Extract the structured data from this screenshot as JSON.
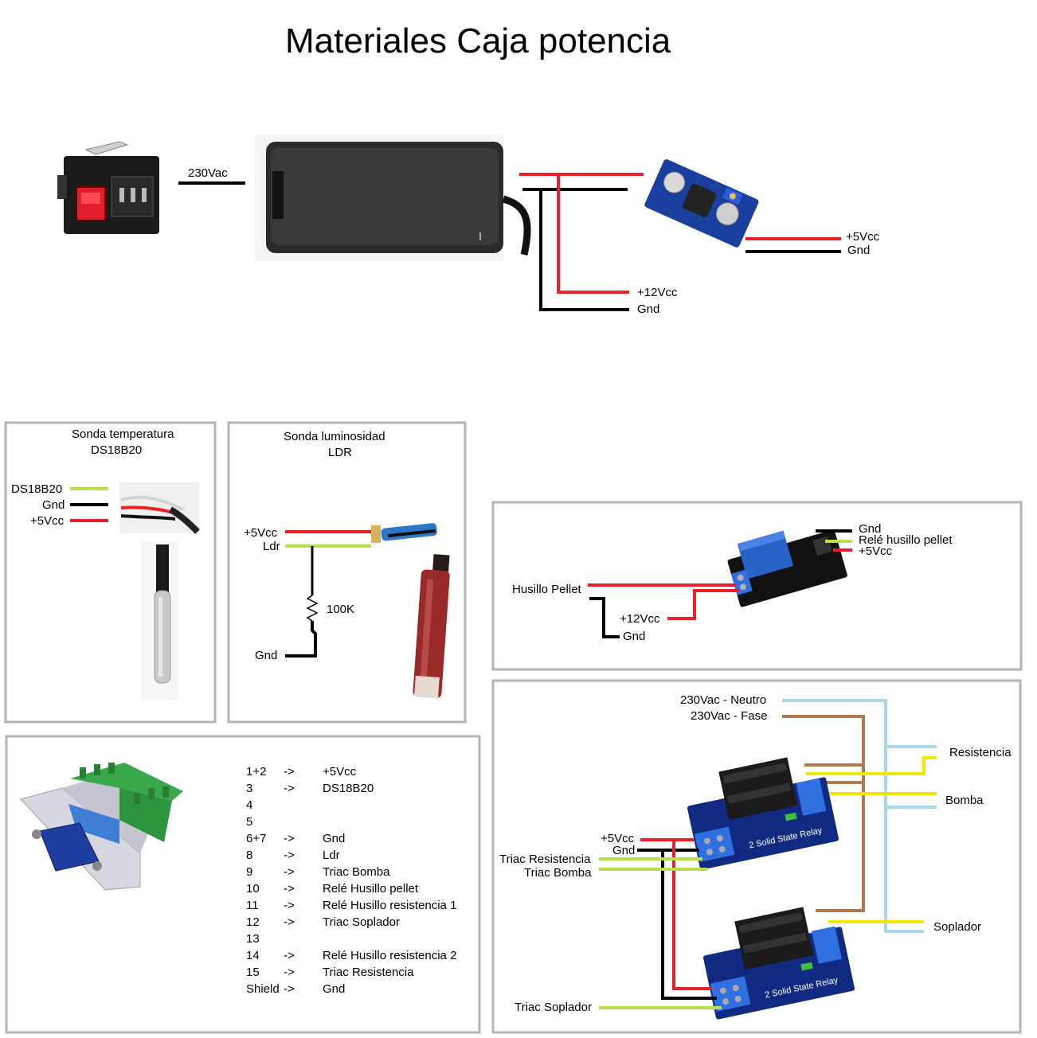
{
  "title": "Materiales Caja potencia",
  "colors": {
    "red": "#e8202a",
    "black": "#000000",
    "green": "#b5e04a",
    "yellow": "#f5e600",
    "lightblue": "#a8d8ea",
    "brown": "#b07a50",
    "box_border": "#b3b3b3"
  },
  "top": {
    "ac_label": "230Vac",
    "out12_label": "+12Vcc",
    "out12_gnd_label": "Gnd",
    "out5_label": "+5Vcc",
    "out5_gnd_label": "Gnd"
  },
  "temp_probe": {
    "title_line1": "Sonda temperatura",
    "title_line2": "DS18B20",
    "pins": [
      "DS18B20",
      "Gnd",
      "+5Vcc"
    ]
  },
  "light_probe": {
    "title_line1": "Sonda luminosidad",
    "title_line2": "LDR",
    "vcc_label": "+5Vcc",
    "ldr_label": "Ldr",
    "resistor_label": "100K",
    "gnd_label": "Gnd"
  },
  "relay_box": {
    "header_pins": [
      "Gnd",
      "Relé husillo pellet",
      "+5Vcc"
    ],
    "load_label": "Husillo Pellet",
    "supply_label": "+12Vcc",
    "gnd_label": "Gnd"
  },
  "vga_pinout": [
    {
      "pin": "1+2",
      "arrow": "->",
      "signal": "+5Vcc"
    },
    {
      "pin": "3",
      "arrow": "->",
      "signal": "DS18B20"
    },
    {
      "pin": "4",
      "arrow": "",
      "signal": ""
    },
    {
      "pin": "5",
      "arrow": "",
      "signal": ""
    },
    {
      "pin": "6+7",
      "arrow": "->",
      "signal": "Gnd"
    },
    {
      "pin": "8",
      "arrow": "->",
      "signal": "Ldr"
    },
    {
      "pin": "9",
      "arrow": "->",
      "signal": "Triac Bomba"
    },
    {
      "pin": "10",
      "arrow": "->",
      "signal": "Relé Husillo pellet"
    },
    {
      "pin": "11",
      "arrow": "->",
      "signal": "Relé Husillo resistencia 1"
    },
    {
      "pin": "12",
      "arrow": "->",
      "signal": "Triac Soplador"
    },
    {
      "pin": "13",
      "arrow": "",
      "signal": ""
    },
    {
      "pin": "14",
      "arrow": "->",
      "signal": "Relé Husillo resistencia 2"
    },
    {
      "pin": "15",
      "arrow": "->",
      "signal": "Triac Resistencia"
    },
    {
      "pin": "Shield",
      "arrow": "->",
      "signal": "Gnd"
    }
  ],
  "ssr_box": {
    "neutro_label": "230Vac - Neutro",
    "fase_label": "230Vac - Fase",
    "vcc_label": "+5Vcc",
    "gnd_label": "Gnd",
    "triac_res_label": "Triac Resistencia",
    "triac_bomba_label": "Triac Bomba",
    "triac_soplador_label": "Triac Soplador",
    "out_resistencia": "Resistencia",
    "out_bomba": "Bomba",
    "out_soplador": "Soplador",
    "module_text": "2 Solid State Relay"
  }
}
